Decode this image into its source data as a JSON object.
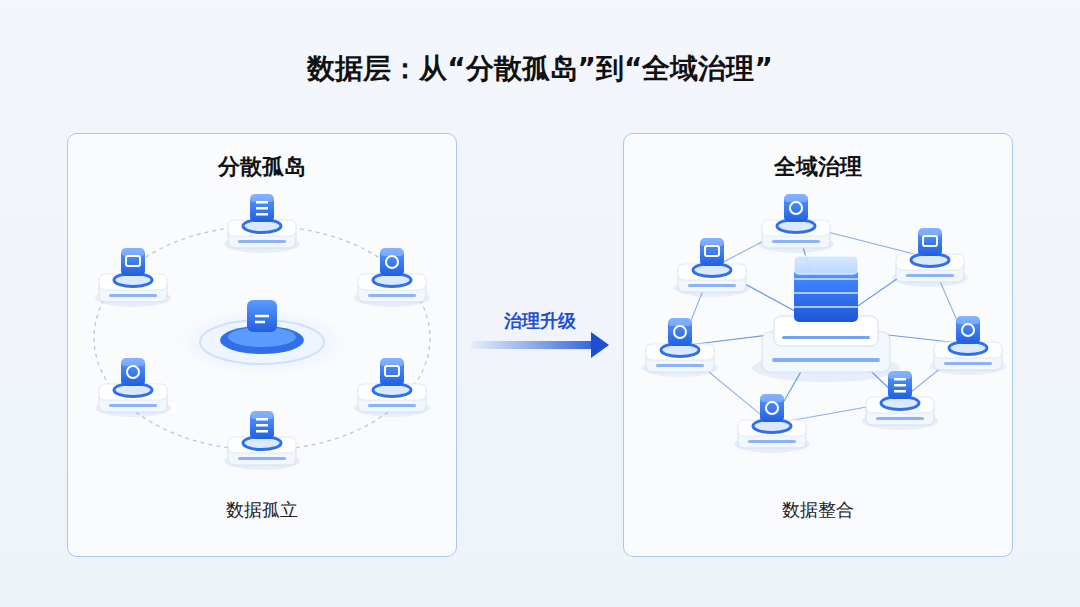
{
  "diagram": {
    "title": "数据层：从“分散孤岛”到“全域治理”",
    "nodes": [
      {
        "text": [
          "分散孤岛",
          "数据孤立"
        ]
      },
      {
        "text": [
          "全域治理",
          "数据整合"
        ]
      }
    ],
    "edges": [
      {
        "from": 0,
        "to": 1,
        "arrow": "to",
        "label": "治理升级"
      }
    ]
  }
}
